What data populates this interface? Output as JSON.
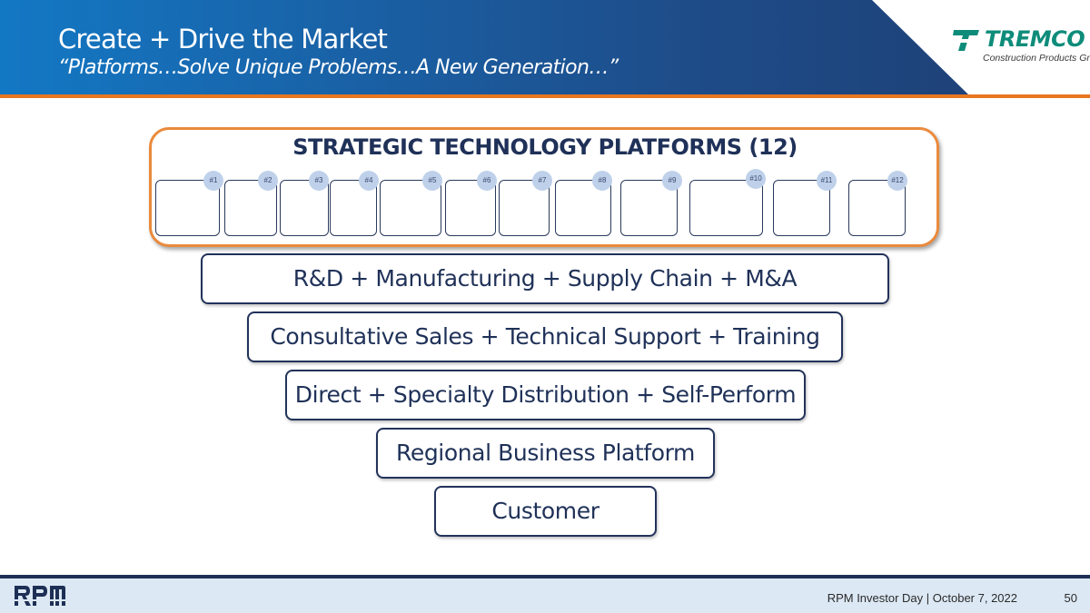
{
  "header": {
    "title": "Create + Drive the Market",
    "subtitle": "“Platforms…Solve Unique Problems…A New Generation…”",
    "logo": {
      "name": "TREMCO",
      "tagline": "Construction Products Group",
      "icon": "tremco-t-icon",
      "color": "#0e8c7a"
    }
  },
  "platforms": {
    "title": "STRATEGIC TECHNOLOGY PLATFORMS (12)",
    "items": [
      {
        "label": "#1"
      },
      {
        "label": "#2"
      },
      {
        "label": "#3"
      },
      {
        "label": "#4"
      },
      {
        "label": "#5"
      },
      {
        "label": "#6"
      },
      {
        "label": "#7"
      },
      {
        "label": "#8"
      },
      {
        "label": "#9"
      },
      {
        "label": "#10"
      },
      {
        "label": "#11"
      },
      {
        "label": "#12"
      }
    ],
    "border_color": "#ea8a3c"
  },
  "tiers": [
    {
      "label": "R&D + Manufacturing + Supply Chain + M&A"
    },
    {
      "label": "Consultative Sales + Technical Support + Training"
    },
    {
      "label": "Direct + Specialty Distribution + Self-Perform"
    },
    {
      "label": "Regional Business Platform"
    },
    {
      "label": "Customer"
    }
  ],
  "footer": {
    "logo": "RPM",
    "logo_icon": "rpm-logo-icon",
    "event_text": "RPM Investor Day | October 7, 2022",
    "page_number": "50"
  },
  "colors": {
    "header_start": "#1378c4",
    "header_end": "#1f3e72",
    "accent_orange": "#e8761f",
    "navy_text": "#1f3158",
    "footer_bg": "#dce8f4"
  }
}
